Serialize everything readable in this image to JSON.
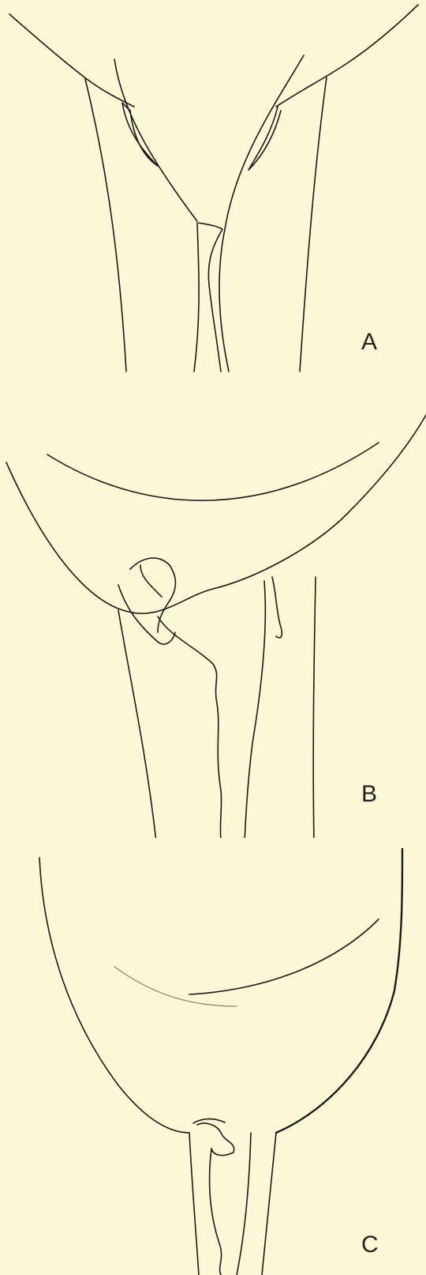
{
  "panels": [
    {
      "label": "A"
    },
    {
      "label": "B"
    },
    {
      "label": "C"
    }
  ],
  "colors": {
    "background": "#fdf7d6",
    "ink": "#1a1a1a"
  }
}
